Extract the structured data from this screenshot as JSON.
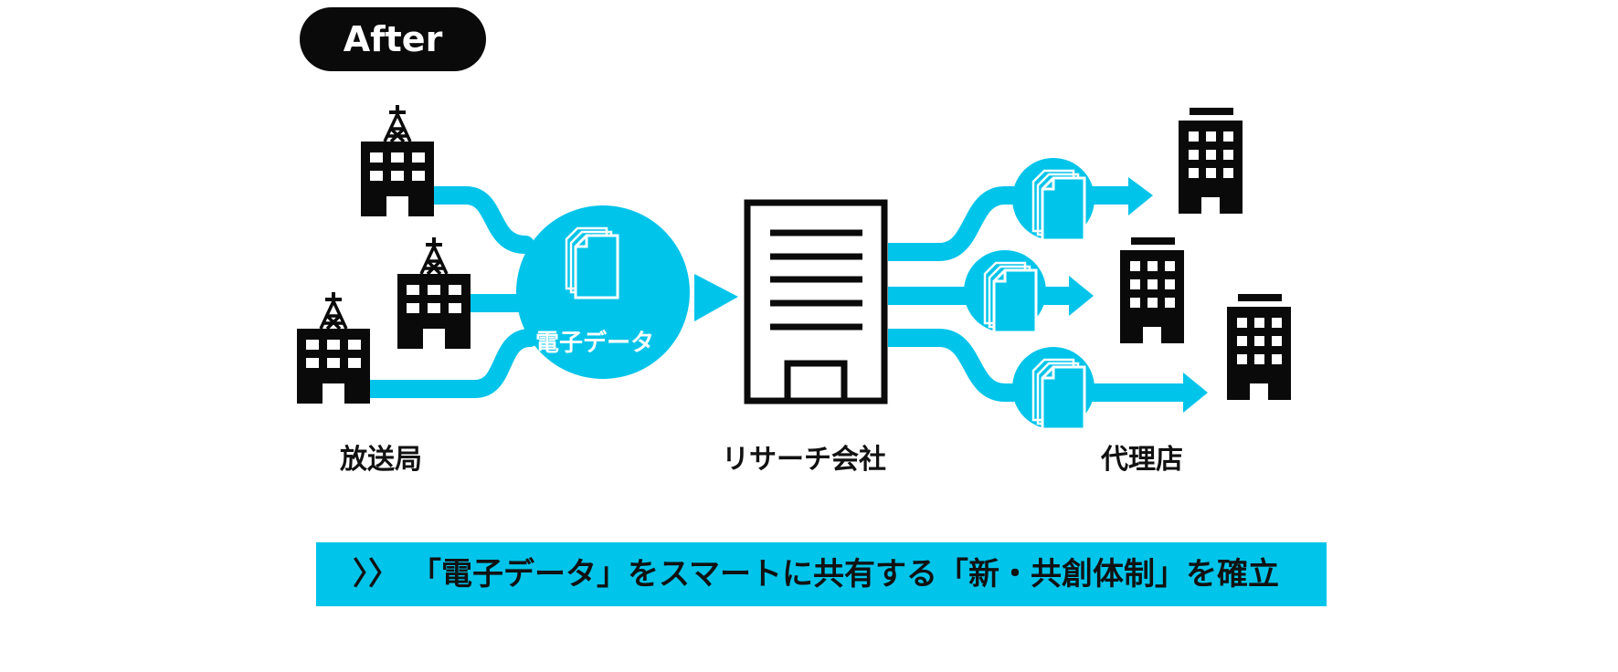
{
  "badge": {
    "label": "After"
  },
  "hub": {
    "label": "電子データ"
  },
  "columns": {
    "broadcasters": "放送局",
    "research": "リサーチ会社",
    "agencies": "代理店"
  },
  "banner": {
    "chevron": "〉〉",
    "text": "「電子データ」をスマートに共有する「新・共創体制」を確立"
  },
  "colors": {
    "accent": "#00c4ea",
    "ink": "#0a0a0a",
    "background": "#ffffff"
  },
  "icons": {
    "broadcaster": "broadcast-building-icon",
    "research": "office-building-icon",
    "agency": "building-icon",
    "document": "document-stack-icon",
    "arrow": "arrow-right-icon"
  }
}
